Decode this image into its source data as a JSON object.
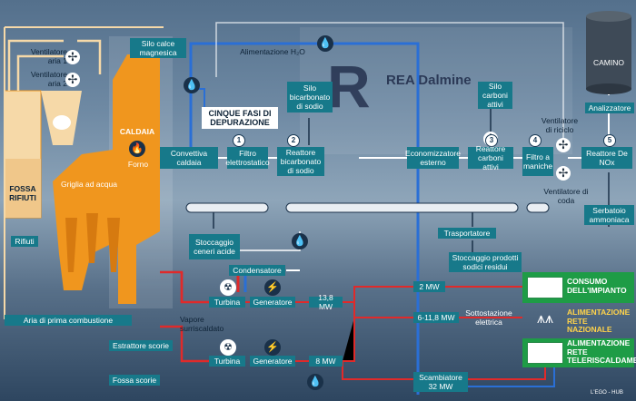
{
  "labels": {
    "ventilatore_aria_1": "Ventilatore aria 1",
    "ventilatore_aria_2": "Ventilatore aria 2",
    "silo_calce": "Silo calce magnesica",
    "alimentazione_h2o": "Alimentazione H₂O",
    "caldaia": "CALDAIA",
    "forno": "Forno",
    "cinque_fasi": "CINQUE FASI DI DEPURAZIONE",
    "silo_bicarbonato": "Silo bicarbonato di sodio",
    "silo_carboni": "Silo carboni attivi",
    "camino": "CAMINO",
    "analizzatore": "Analizzatore",
    "ventilatore_riciclo": "Ventilatore di riciclo",
    "fossa_rifiuti": "FOSSA RIFIUTI",
    "rifiuti": "Rifiuti",
    "griglia": "Griglia ad acqua",
    "convettiva": "Convettiva caldaia",
    "filtro_elettrostatico": "Filtro elettrostatico",
    "reattore_bicarbonato": "Reattore bicarbonato di sodio",
    "economizzatore": "Economizzatore esterno",
    "reattore_carboni": "Reattore carboni attivi",
    "filtro_maniche": "Filtro a maniche",
    "reattore_nox": "Reattore De NOx",
    "ventilatore_coda": "Ventilatore di coda",
    "serbatoio": "Serbatoio ammoniaca",
    "stoccaggio_ceneri": "Stoccaggio ceneri acide",
    "trasportatore": "Trasportatore",
    "stoccaggio_prodotti": "Stoccaggio prodotti sodici residui",
    "condensatore": "Condensatore",
    "turbina_1": "Turbina",
    "generatore_1": "Generatore",
    "mw_13_8": "13,8 MW",
    "mw_2": "2 MW",
    "consumo": "CONSUMO DELL'IMPIANTO",
    "aria_prima": "Aria di prima combustione",
    "vapore": "Vapore surriscaldato",
    "mw_6_11_8": "6-11,8 MW",
    "sottostazione": "Sottostazione elettrica",
    "alimentazione_rete_naz": "ALIMENTAZIONE RETE NAZIONALE",
    "estrattore": "Estrattore scorie",
    "turbina_2": "Turbina",
    "generatore_2": "Generatore",
    "mw_8": "8 MW",
    "alimentazione_rete_tele": "ALIMENTAZIONE RETE TELERISCALDAMENTO",
    "fossa_scorie": "Fossa scorie",
    "scambiatore": "Scambiatore 32 MW",
    "credit": "L'EGO - HUB",
    "brand": "REA Dalmine"
  },
  "steps": [
    "1",
    "2",
    "3",
    "4",
    "5"
  ],
  "colors": {
    "box": "#17798a",
    "green": "#1e9c46",
    "caldaia": "#f0961e",
    "pipe_blue": "#2a6fd6",
    "pipe_red": "#e02a2a"
  },
  "icons": [
    "fan-icon",
    "drop-icon",
    "fire-icon",
    "lightning-icon",
    "radiation-icon"
  ]
}
